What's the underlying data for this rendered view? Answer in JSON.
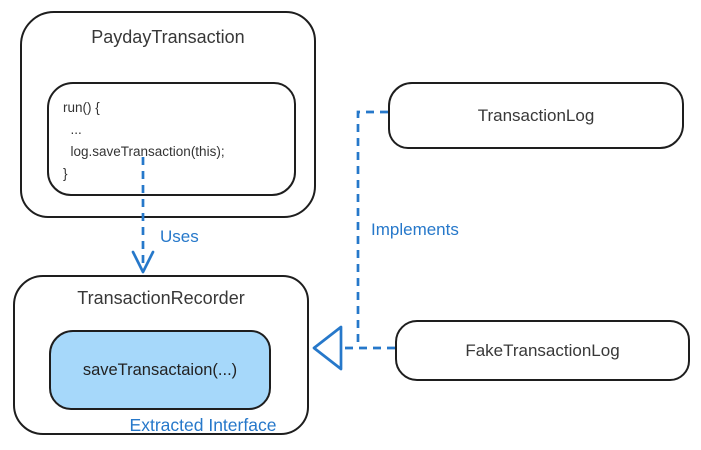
{
  "diagram": {
    "payday_transaction": {
      "title": "PaydayTransaction",
      "code_lines": [
        "run() {",
        "  ...",
        "  log.saveTransaction(this);",
        "}"
      ]
    },
    "transaction_recorder": {
      "title": "TransactionRecorder",
      "method_label": "saveTransactaion(...)",
      "caption": "Extracted Interface"
    },
    "transaction_log": {
      "title": "TransactionLog"
    },
    "fake_transaction_log": {
      "title": "FakeTransactionLog"
    },
    "edge_labels": {
      "uses": "Uses",
      "implements": "Implements"
    },
    "colors": {
      "accent_blue": "#2678ca",
      "method_fill_blue": "#a6d8fa",
      "outline_black": "#1e1e1e"
    }
  }
}
